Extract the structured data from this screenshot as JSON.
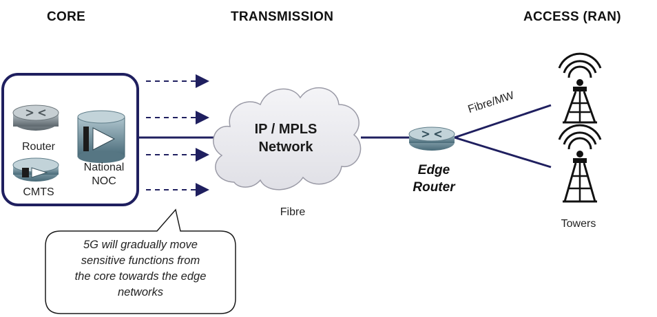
{
  "headers": {
    "core": "CORE",
    "transmission": "TRANSMISSION",
    "access": "ACCESS (RAN)"
  },
  "core_box": {
    "router_label": "Router",
    "cmts_label": "CMTS",
    "noc_label_line1": "National",
    "noc_label_line2": "NOC"
  },
  "cloud": {
    "line1": "IP / MPLS",
    "line2": "Network"
  },
  "fibre_label": "Fibre",
  "edge_router": {
    "line1": "Edge",
    "line2": "Router"
  },
  "link_label": "Fibre/MW",
  "towers_label": "Towers",
  "callout": {
    "line1": "5G will gradually move",
    "line2": "sensitive functions from",
    "line3": "the core towards the edge",
    "line4": "networks"
  },
  "colors": {
    "navy": "#1f1f5f",
    "device_gray": "#7f8a90",
    "device_teal": "#5c7f8c",
    "cloud_fill": "#e9e9ed"
  },
  "icons": [
    "router-icon",
    "cmts-icon",
    "noc-server-icon",
    "cloud-icon",
    "edge-router-icon",
    "tower-icon"
  ]
}
